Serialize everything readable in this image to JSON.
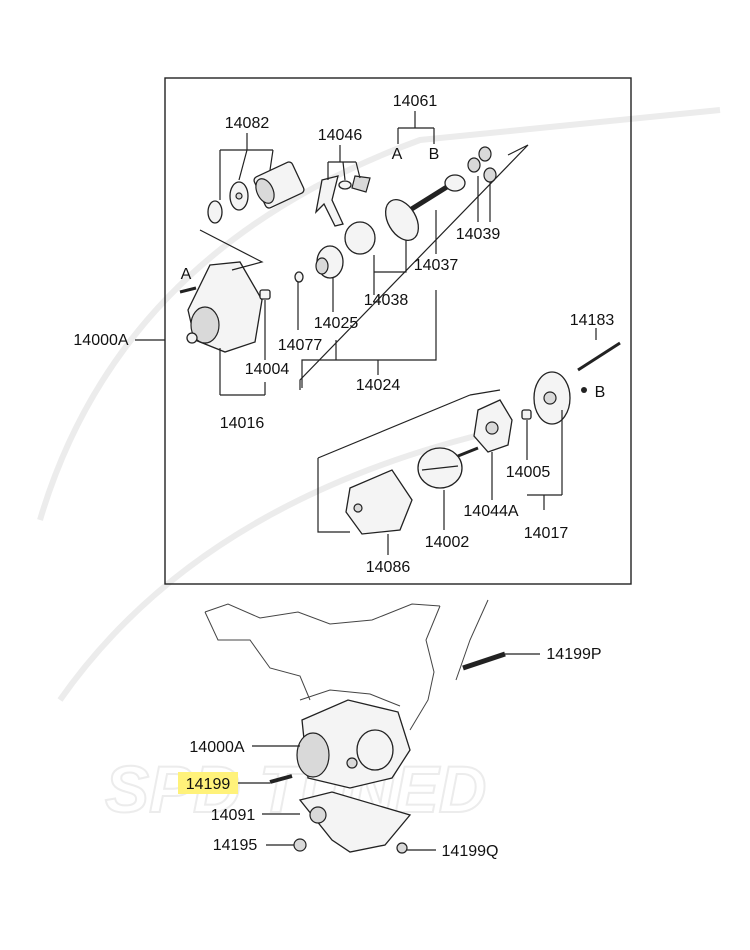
{
  "watermark": {
    "text": "SPD TUNED"
  },
  "exploded_view": {
    "labels": {
      "p14061": "14061",
      "p14061_a": "A",
      "p14061_b": "B",
      "p14082": "14082",
      "p14046": "14046",
      "p14039": "14039",
      "p14037": "14037",
      "p14038": "14038",
      "p14025": "14025",
      "p14077": "14077",
      "p14004": "14004",
      "p14024": "14024",
      "p14016": "14016",
      "p14000a": "14000A",
      "marker_a": "A",
      "p14183": "14183",
      "marker_b": "B",
      "p14005": "14005",
      "p14044a": "14044A",
      "p14017": "14017",
      "p14002": "14002",
      "p14086": "14086"
    }
  },
  "installed_view": {
    "labels": {
      "p14199p": "14199P",
      "p14000a": "14000A",
      "p14199": "14199",
      "p14091": "14091",
      "p14195": "14195",
      "p14199q": "14199Q"
    },
    "highlight_color": "#fff27a"
  }
}
